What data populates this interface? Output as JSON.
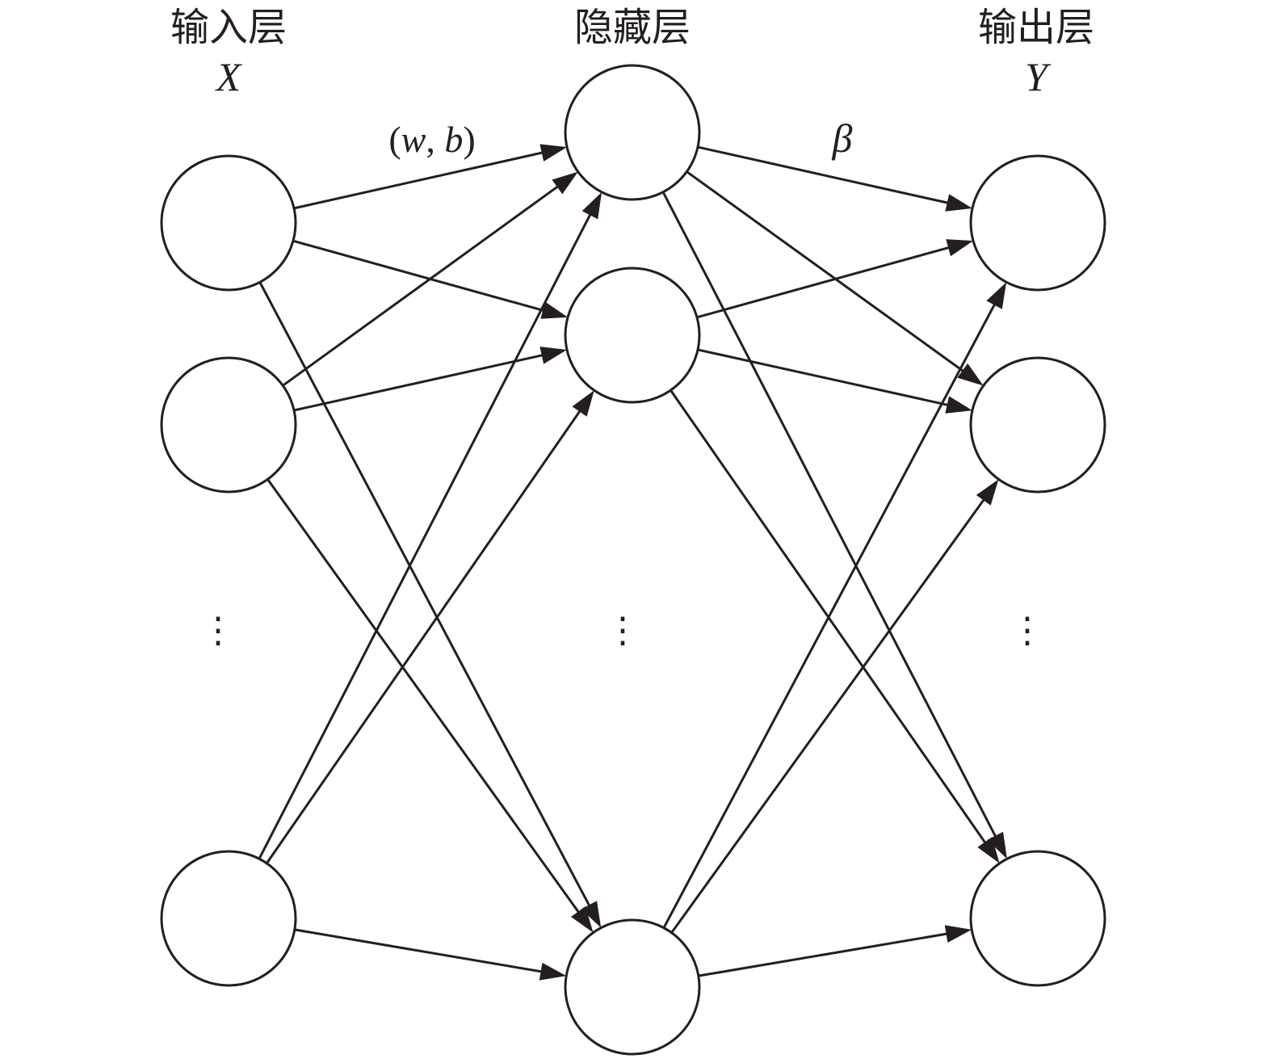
{
  "layers": [
    {
      "id": "input",
      "title": "输入层",
      "symbol": "X"
    },
    {
      "id": "hidden",
      "title": "隐藏层",
      "symbol": ""
    },
    {
      "id": "output",
      "title": "输出层",
      "symbol": "Y"
    }
  ],
  "edge_labels": {
    "input_hidden_prefix": "(",
    "input_hidden_w": "w",
    "input_hidden_sep": ", ",
    "input_hidden_b": "b",
    "input_hidden_suffix": ")",
    "hidden_output": "β"
  },
  "ellipsis_glyph": "⋮",
  "nodes": {
    "input": [
      "x1",
      "x2",
      "xn"
    ],
    "hidden": [
      "h1",
      "h2",
      "hL"
    ],
    "output": [
      "y1",
      "y2",
      "ym"
    ]
  },
  "edges": [
    [
      "x1",
      "h1"
    ],
    [
      "x1",
      "h2"
    ],
    [
      "x1",
      "hL"
    ],
    [
      "x2",
      "h1"
    ],
    [
      "x2",
      "h2"
    ],
    [
      "x2",
      "hL"
    ],
    [
      "xn",
      "h1"
    ],
    [
      "xn",
      "h2"
    ],
    [
      "xn",
      "hL"
    ],
    [
      "h1",
      "y1"
    ],
    [
      "h1",
      "y2"
    ],
    [
      "h1",
      "ym"
    ],
    [
      "h2",
      "y1"
    ],
    [
      "h2",
      "y2"
    ],
    [
      "h2",
      "ym"
    ],
    [
      "hL",
      "y1"
    ],
    [
      "hL",
      "y2"
    ],
    [
      "hL",
      "ym"
    ]
  ]
}
